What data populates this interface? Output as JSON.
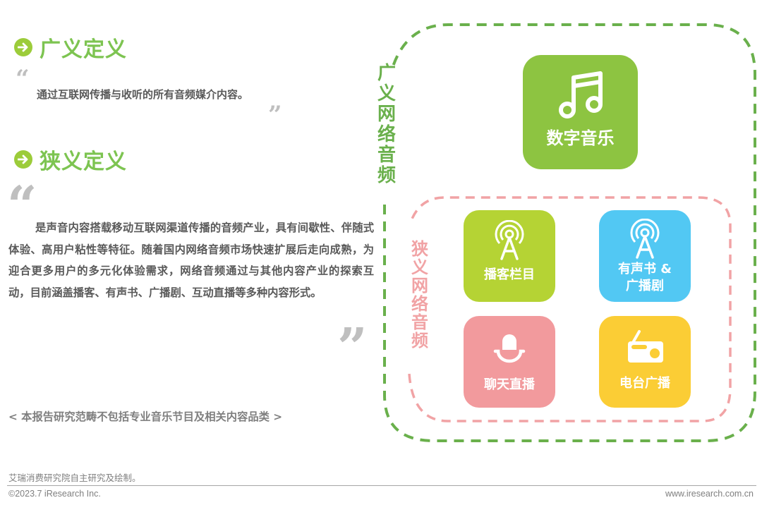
{
  "broad_definition": {
    "title": "广义定义",
    "icon": "arrow-right-circle-icon",
    "quote_open": "“",
    "quote_close": "”",
    "text": "通过互联网传播与收听的所有音频媒介内容。"
  },
  "narrow_definition": {
    "title": "狭义定义",
    "icon": "arrow-right-circle-icon",
    "quote_open": "“",
    "quote_close": "”",
    "text": "是声音内容搭载移动互联网渠道传播的音频产业，具有间歇性、伴随式体验、高用户粘性等特征。随着国内网络音频市场快速扩展后走向成熟，为迎合更多用户的多元化体验需求，网络音频通过与其他内容产业的探索互动，目前涵盖播客、有声书、广播剧、互动直播等多种内容形式。"
  },
  "scope_note": "< 本报告研究范畴不包括专业音乐节目及相关内容品类 >",
  "diagram": {
    "broad_label": [
      "广",
      "义",
      "网",
      "络",
      "音",
      "频"
    ],
    "narrow_label": [
      "狭",
      "义",
      "网",
      "络",
      "音",
      "频"
    ],
    "colors": {
      "broad_frame": "#6ab04c",
      "narrow_frame": "#f1a3a5"
    },
    "broad_tile": {
      "label": "数字音乐",
      "icon": "music-note-icon",
      "color": "#8dc441"
    },
    "narrow_tiles": [
      {
        "label": "播客栏目",
        "icon": "broadcast-tower-icon",
        "color": "#b5d334"
      },
      {
        "label_line1": "有声书 &",
        "label_line2": "广播剧",
        "icon": "broadcast-tower-icon",
        "color": "#52c8f3"
      },
      {
        "label": "聊天直播",
        "icon": "microphone-icon",
        "color": "#f29a9d"
      },
      {
        "label": "电台广播",
        "icon": "radio-icon",
        "color": "#fbcd35"
      }
    ]
  },
  "footer": {
    "source": "艾瑞消费研究院自主研究及绘制。",
    "copyright": "©2023.7 iResearch Inc.",
    "website": "www.iresearch.com.cn"
  }
}
